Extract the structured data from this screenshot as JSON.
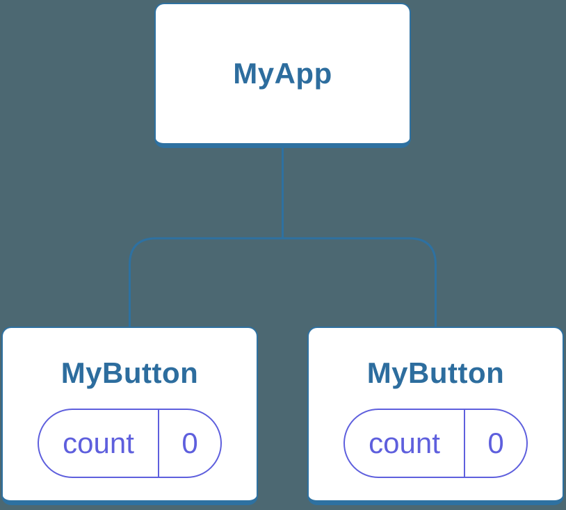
{
  "diagram": {
    "root": {
      "label": "MyApp"
    },
    "children": [
      {
        "label": "MyButton",
        "state": {
          "name": "count",
          "value": "0"
        }
      },
      {
        "label": "MyButton",
        "state": {
          "name": "count",
          "value": "0"
        }
      }
    ],
    "colors": {
      "background": "#4c6872",
      "node_fill": "#ffffff",
      "node_border": "#2e71a1",
      "node_label_text": "#2d6d9e",
      "connector": "#2e71a1",
      "state_accent": "#5e5fdd"
    }
  }
}
